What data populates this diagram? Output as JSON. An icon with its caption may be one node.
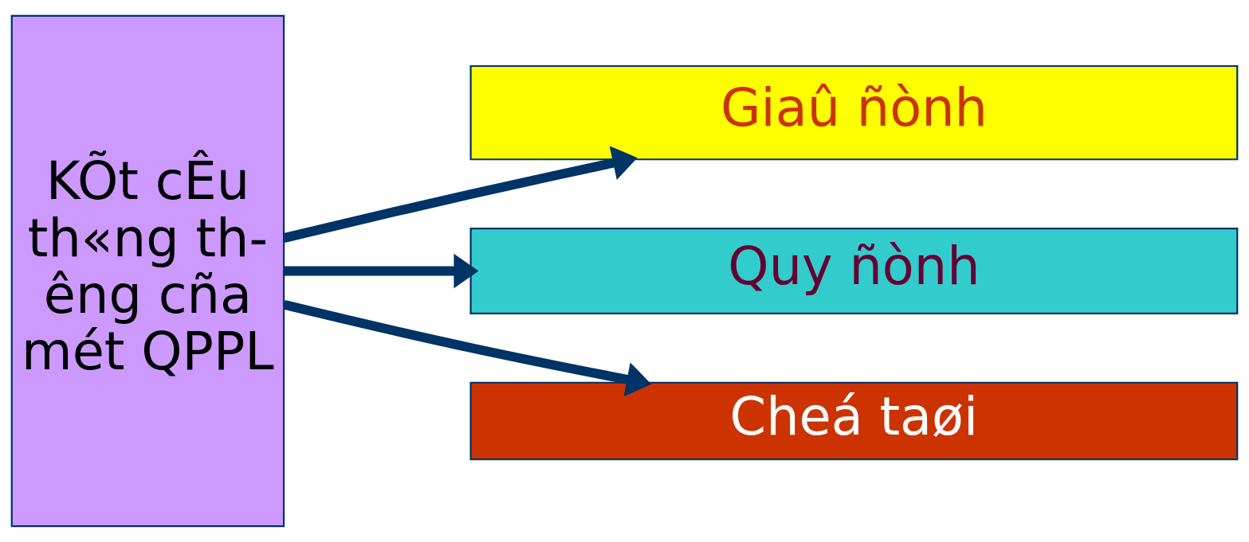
{
  "diagram": {
    "nodes": [
      {
        "text": [
          "KÕt cÊu th«ng th-êng cña mét QPPL"
        ]
      },
      {
        "text": [
          "Giaû ñònh"
        ]
      },
      {
        "text": [
          "Quy ñònh"
        ]
      },
      {
        "text": [
          "Cheá taøi"
        ]
      }
    ],
    "edges": [
      {
        "from": 0,
        "to": 1,
        "arrow": "to"
      },
      {
        "from": 0,
        "to": 2,
        "arrow": "to"
      },
      {
        "from": 0,
        "to": 3,
        "arrow": "to"
      }
    ]
  }
}
